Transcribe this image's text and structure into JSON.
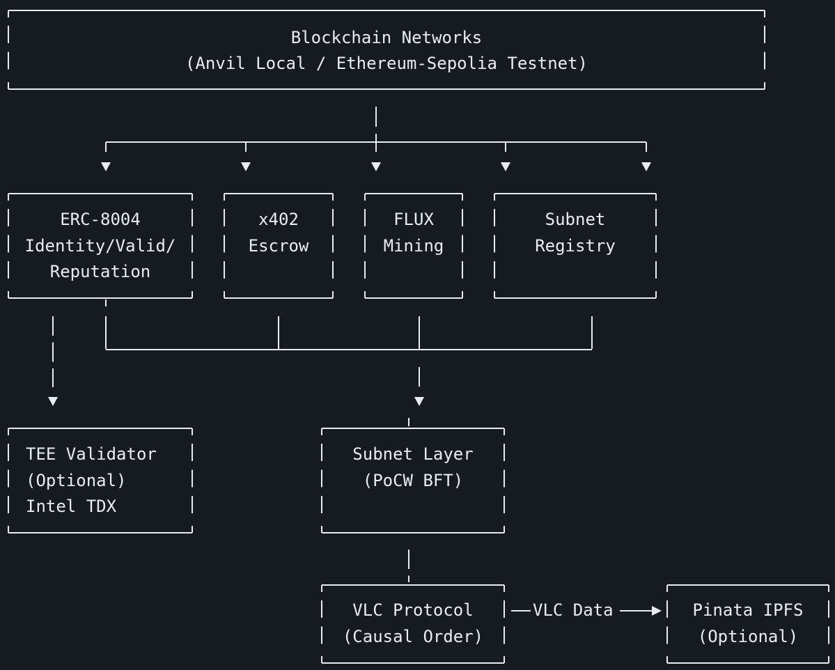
{
  "colors": {
    "background": "#161b22",
    "line": "#e6edf3",
    "text": "#e6edf3"
  },
  "nodes": {
    "blockchain": {
      "line1": "Blockchain Networks",
      "line2": "(Anvil Local / Ethereum-Sepolia Testnet)"
    },
    "erc8004": {
      "line1": "ERC-8004",
      "line2": "Identity/Valid/",
      "line3": "Reputation"
    },
    "x402": {
      "line1": "x402",
      "line2": "Escrow"
    },
    "flux": {
      "line1": "FLUX",
      "line2": "Mining"
    },
    "subnet_registry": {
      "line1": "Subnet",
      "line2": "Registry"
    },
    "tee": {
      "line1": "TEE Validator",
      "line2": "(Optional)",
      "line3": "Intel TDX"
    },
    "subnet_layer": {
      "line1": "Subnet Layer",
      "line2": "(PoCW BFT)"
    },
    "vlc": {
      "line1": "VLC Protocol",
      "line2": "(Causal Order)"
    },
    "ipfs": {
      "line1": "Pinata IPFS",
      "line2": "(Optional)"
    }
  },
  "edges": {
    "vlc_to_ipfs": "VLC Data"
  }
}
